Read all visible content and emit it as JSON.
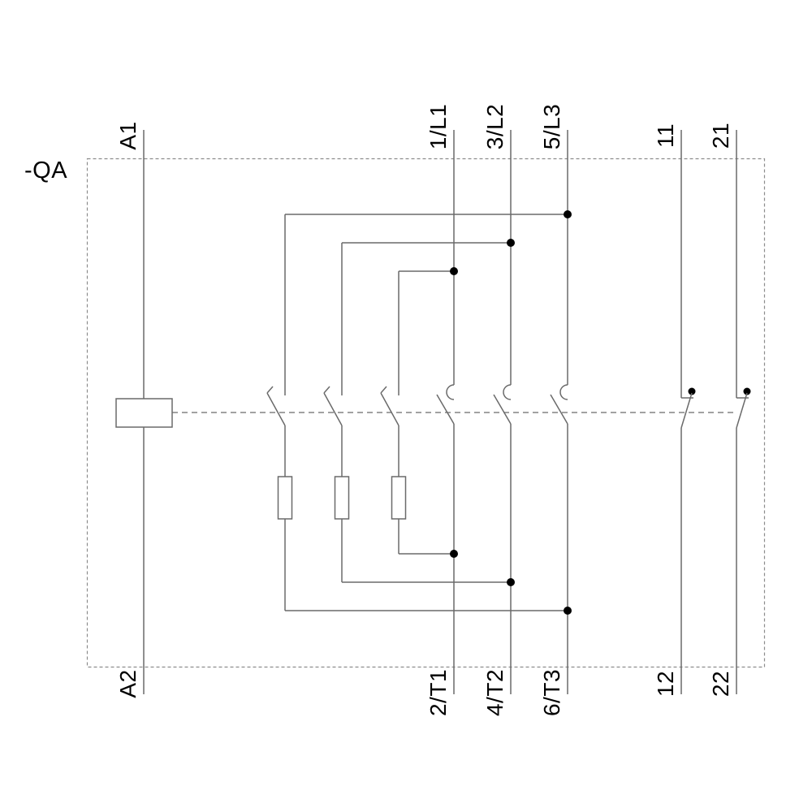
{
  "device": {
    "designation": "-QA"
  },
  "terminals": {
    "coil": {
      "top": "A1",
      "bottom": "A2"
    },
    "main_top": [
      "1/L1",
      "3/L2",
      "5/L3"
    ],
    "main_bottom": [
      "2/T1",
      "4/T2",
      "6/T3"
    ],
    "aux_top": [
      "11",
      "21"
    ],
    "aux_bottom": [
      "12",
      "22"
    ]
  },
  "symbols": {
    "enclosure": "dashed-device-boundary",
    "coil": "contactor-coil-symbol",
    "linkage": "mechanical-linkage-dashed-line",
    "main_contacts": "normally-open-main-contact",
    "precharge_contacts": "leading-auxiliary-contact",
    "precharge_resistors": "precharge-resistor",
    "aux_contacts": "normally-closed-auxiliary-contact",
    "junctions": "connection-dot"
  },
  "colors": {
    "background": "#ffffff",
    "line": "#6a6a6a",
    "boundary": "#8c8c8c",
    "text": "#000000",
    "junction": "#000000"
  }
}
